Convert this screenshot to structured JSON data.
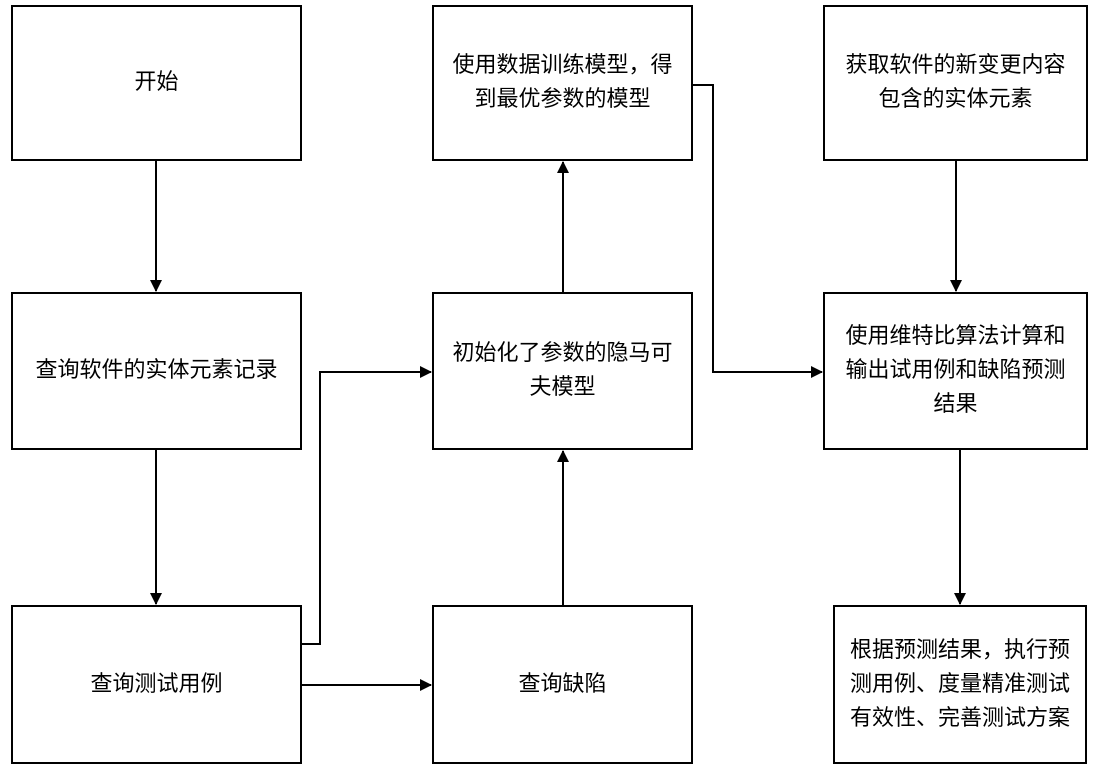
{
  "flowchart": {
    "nodes": {
      "start": "开始",
      "query_entity": "查询软件的实体元素记录",
      "query_testcase": "查询测试用例",
      "query_defect": "查询缺陷",
      "init_model": "初始化了参数的隐马可夫模型",
      "train_model": "使用数据训练模型，得到最优参数的模型",
      "get_changes": "获取软件的新变更内容包含的实体元素",
      "viterbi": "使用维特比算法计算和输出试用例和缺陷预测结果",
      "execute": "根据预测结果，执行预测用例、度量精准测试有效性、完善测试方案"
    }
  },
  "colors": {
    "stroke": "#000000",
    "background": "#ffffff"
  }
}
